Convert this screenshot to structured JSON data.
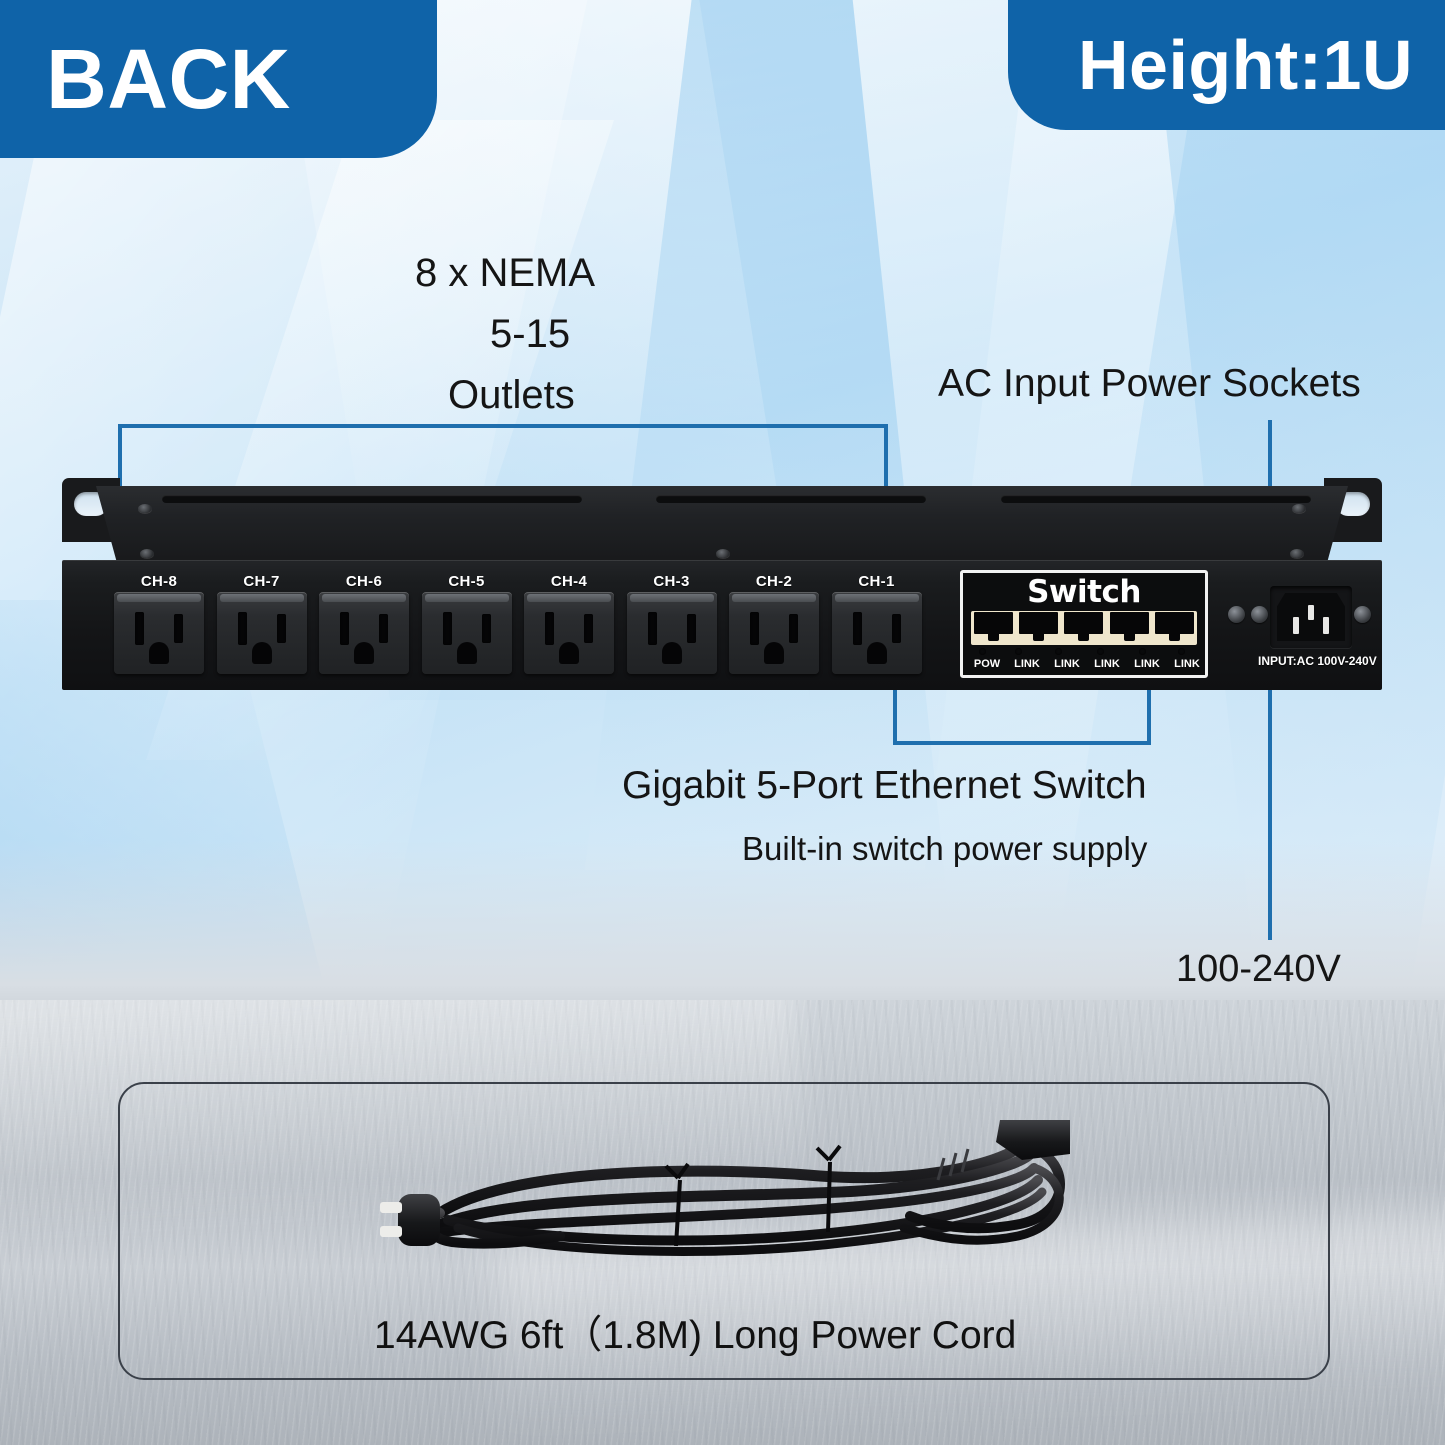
{
  "badges": {
    "back": "BACK",
    "height": "Height:1U"
  },
  "callouts": {
    "outlets_line1": "8 x NEMA",
    "outlets_line2": "5-15",
    "outlets_line3": "Outlets",
    "ac_sockets": "AC Input Power Sockets",
    "gigabit_switch": "Gigabit 5-Port Ethernet Switch",
    "builtin_supply": "Built-in switch power supply",
    "voltage": "100-240V",
    "cord": "14AWG 6ft（1.8M) Long Power Cord"
  },
  "device": {
    "outlet_labels": [
      "CH-8",
      "CH-7",
      "CH-6",
      "CH-5",
      "CH-4",
      "CH-3",
      "CH-2",
      "CH-1"
    ],
    "switch_title": "Switch",
    "switch_port_labels": [
      "POW",
      "LINK",
      "LINK",
      "LINK",
      "LINK",
      "LINK"
    ],
    "ac_input_label": "INPUT:AC 100V-240V"
  },
  "colors": {
    "brand_blue": "#0f63a8",
    "leader_blue": "#1f6fae",
    "chassis_black": "#141517",
    "panel_border": "#3a4049"
  }
}
